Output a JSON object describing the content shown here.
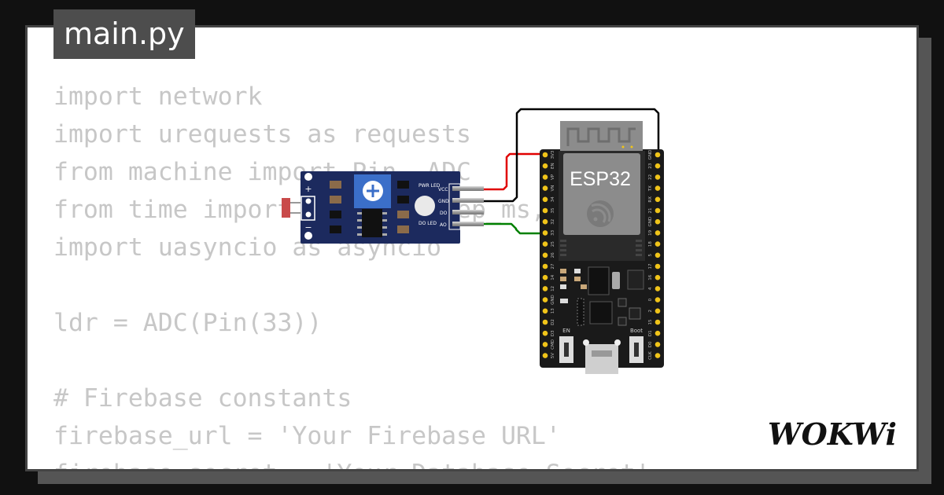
{
  "tab": {
    "filename": "main.py"
  },
  "code_lines": [
    "import network",
    "import urequests as requests",
    "from machine import Pin, ADC",
    "from time import sleep, sleep_ms, time",
    "import uasyncio as asyncio",
    "",
    "ldr = ADC(Pin(33))",
    "",
    "# Firebase constants",
    "firebase_url = 'Your Firebase URL'",
    "firebase_secret = 'Your Database Secret'"
  ],
  "sensor": {
    "plus_label": "+",
    "minus_label": "−",
    "pwr_led_label": "PWR\nLED",
    "do_led_label": "DO\nLED",
    "pins": [
      "VCC",
      "GND",
      "DO",
      "AO"
    ]
  },
  "board": {
    "name": "ESP32",
    "en_label": "EN",
    "boot_label": "Boot",
    "left_pins": [
      "3V3",
      "EN",
      "VP",
      "VN",
      "34",
      "35",
      "32",
      "33",
      "25",
      "26",
      "27",
      "14",
      "12",
      "GND",
      "13",
      "D2",
      "D3",
      "CMD",
      "5V"
    ],
    "right_pins": [
      "GND",
      "23",
      "22",
      "TX",
      "RX",
      "21",
      "GND",
      "19",
      "18",
      "5",
      "17",
      "16",
      "4",
      "0",
      "2",
      "15",
      "D1",
      "D0",
      "CLK"
    ]
  },
  "wires": [
    {
      "name": "vcc-wire",
      "color": "#e00000"
    },
    {
      "name": "gnd-wire",
      "color": "#000000"
    },
    {
      "name": "ao-wire",
      "color": "#008000"
    }
  ],
  "brand": {
    "logo_text": "WOKWi"
  },
  "colors": {
    "background": "#111111",
    "card": "#ffffff",
    "tab": "#4d4d4d",
    "code_text": "#c7c7c7",
    "sensor_pcb": "#1c2a5e",
    "potentiometer": "#3b6fc9",
    "esp32_board": "#1a1a1a",
    "module_shield": "#8c8c8c",
    "pin_pad": "#f0c419"
  }
}
